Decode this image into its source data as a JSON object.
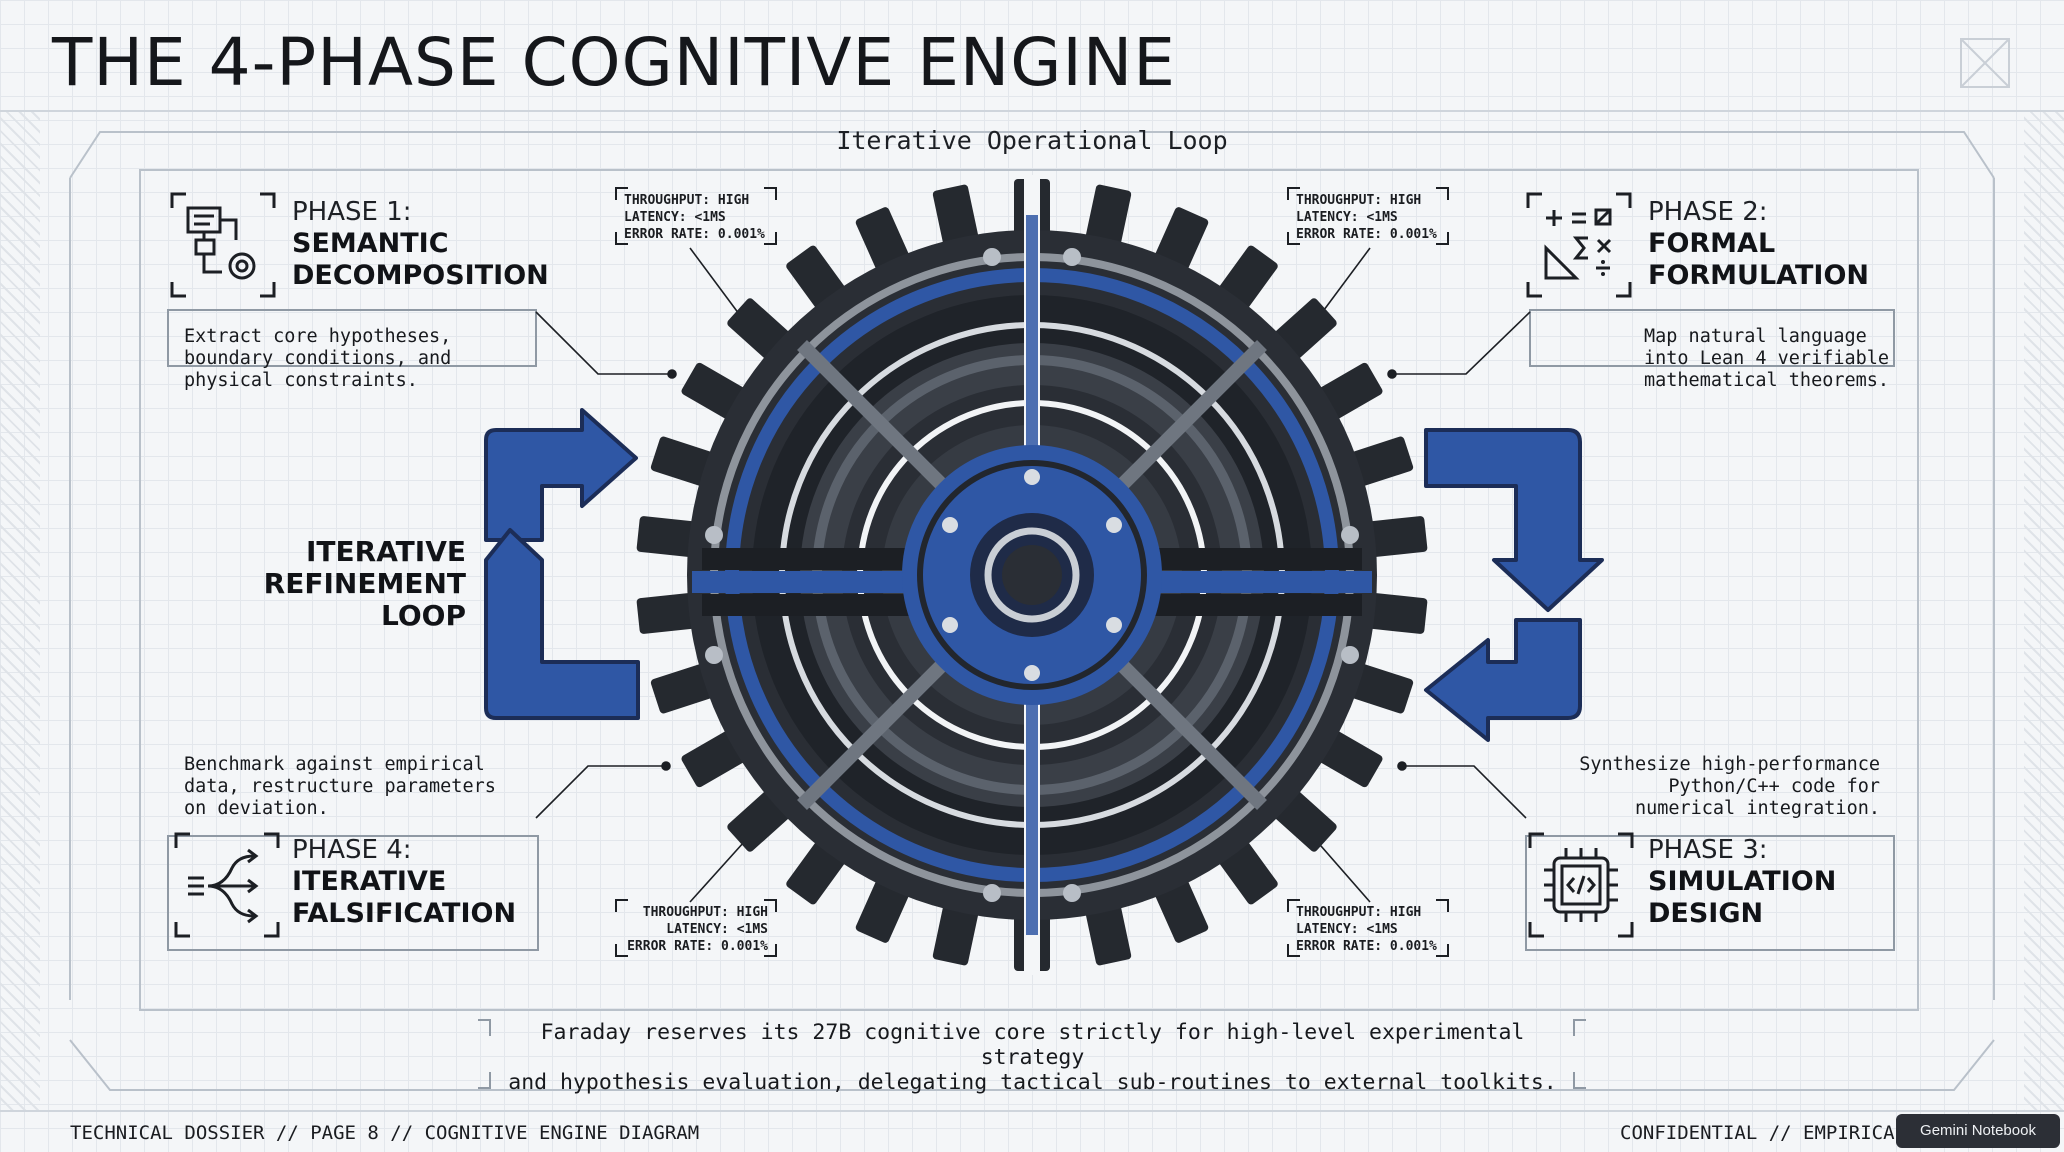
{
  "title": "THE 4-PHASE COGNITIVE ENGINE",
  "loop_title": "Iterative Operational Loop",
  "phases": [
    {
      "num": "PHASE 1:",
      "name_line1": "SEMANTIC",
      "name_line2": "DECOMPOSITION",
      "icon": "flowchart-gear-icon",
      "desc": "Extract core hypotheses,\nboundary conditions, and\nphysical constraints."
    },
    {
      "num": "PHASE 2:",
      "name_line1": "FORMAL",
      "name_line2": "FORMULATION",
      "icon": "math-symbols-icon",
      "desc": "Map natural language\ninto Lean 4 verifiable\nmathematical theorems."
    },
    {
      "num": "PHASE 3:",
      "name_line1": "SIMULATION",
      "name_line2": "DESIGN",
      "icon": "code-chip-icon",
      "desc": "Synthesize high-performance\nPython/C++ code for\nnumerical integration."
    },
    {
      "num": "PHASE 4:",
      "name_line1": "ITERATIVE",
      "name_line2": "FALSIFICATION",
      "icon": "branching-arrows-icon",
      "desc": "Benchmark against empirical\ndata, restructure parameters\non deviation."
    }
  ],
  "stats": [
    {
      "text": "THROUGHPUT: HIGH\nLATENCY: <1MS\nERROR RATE: 0.001%"
    },
    {
      "text": "THROUGHPUT: HIGH\nLATENCY: <1MS\nERROR RATE: 0.001%"
    },
    {
      "text": "THROUGHPUT: HIGH\nLATENCY: <1MS\nERROR RATE: 0.001%"
    },
    {
      "text": "THROUGHPUT: HIGH\nLATENCY: <1MS\nERROR RATE: 0.001%"
    }
  ],
  "loop_label_line1": "ITERATIVE",
  "loop_label_line2": "REFINEMENT LOOP",
  "bottom_note_line1": "Faraday reserves its 27B cognitive core strictly for high-level experimental strategy",
  "bottom_note_line2": "and hypothesis evaluation, delegating tactical sub-routines to external toolkits.",
  "footer_left": "TECHNICAL DOSSIER // PAGE 8 // COGNITIVE ENGINE DIAGRAM",
  "footer_right": "CONFIDENTIAL // EMPIRICAL",
  "badge": "Gemini Notebook",
  "colors": {
    "accent": "#2f57a5",
    "dark": "#22262d",
    "line": "#1c1f24"
  }
}
